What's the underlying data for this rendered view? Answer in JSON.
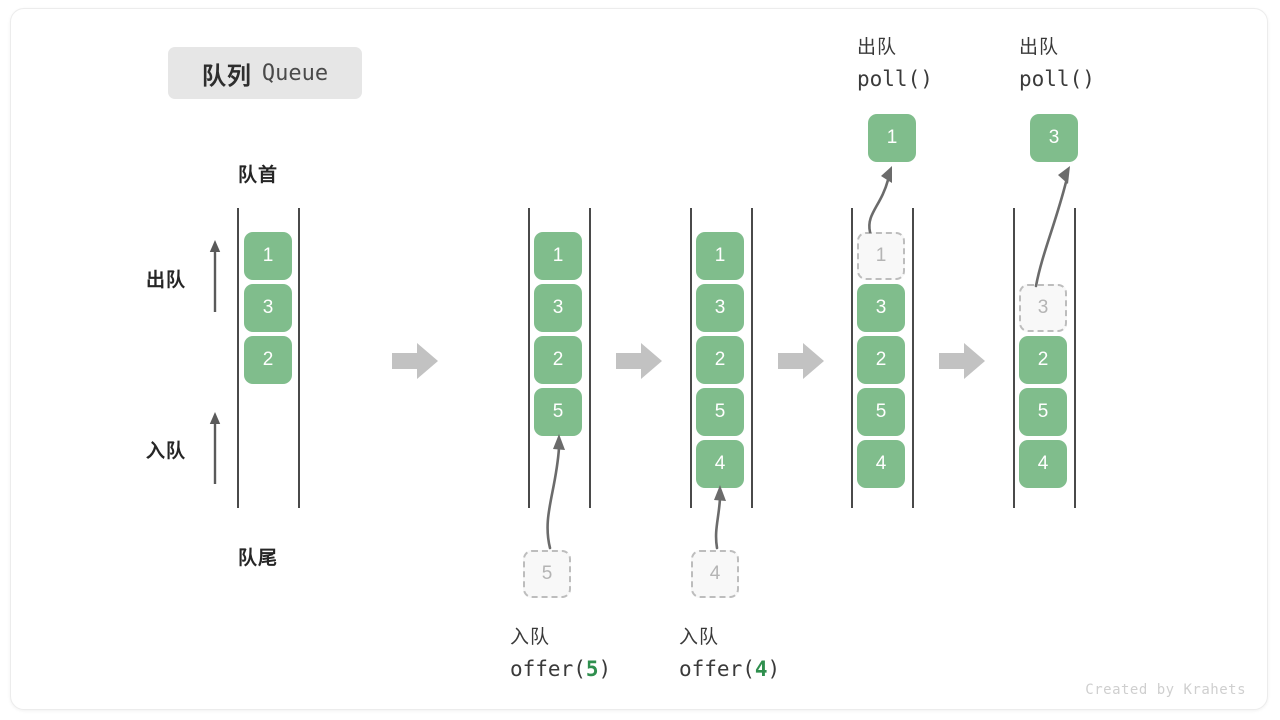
{
  "title": {
    "cn": "队列",
    "en": "Queue"
  },
  "labels": {
    "head": "队首",
    "tail": "队尾",
    "dequeue_side": "出队",
    "enqueue_side": "入队"
  },
  "watermark": "Created by Krahets",
  "colors": {
    "element_fill": "#80bd8c",
    "element_text": "#ffffff",
    "ghost_fill": "#f8f8f8",
    "ghost_border": "#bdbdbd",
    "ghost_text": "#b4b4b4",
    "rail": "#4a4a4a",
    "flow_arrow": "#c2c2c2",
    "curve_arrow": "#6b6b6b",
    "title_chip_bg": "#e6e6e6",
    "code_arg": "#2f8f4e"
  },
  "stages": [
    {
      "id": "initial",
      "cells": [
        {
          "value": "1",
          "state": "filled"
        },
        {
          "value": "3",
          "state": "filled"
        },
        {
          "value": "2",
          "state": "filled"
        }
      ]
    },
    {
      "id": "after-offer-5",
      "caption_cn": "入队",
      "caption_code_prefix": "offer(",
      "caption_code_arg": "5",
      "caption_code_suffix": ")",
      "incoming_value": "5",
      "cells": [
        {
          "value": "1",
          "state": "filled"
        },
        {
          "value": "3",
          "state": "filled"
        },
        {
          "value": "2",
          "state": "filled"
        },
        {
          "value": "5",
          "state": "filled"
        }
      ]
    },
    {
      "id": "after-offer-4",
      "caption_cn": "入队",
      "caption_code_prefix": "offer(",
      "caption_code_arg": "4",
      "caption_code_suffix": ")",
      "incoming_value": "4",
      "cells": [
        {
          "value": "1",
          "state": "filled"
        },
        {
          "value": "3",
          "state": "filled"
        },
        {
          "value": "2",
          "state": "filled"
        },
        {
          "value": "5",
          "state": "filled"
        },
        {
          "value": "4",
          "state": "filled"
        }
      ]
    },
    {
      "id": "after-poll-1",
      "caption_cn": "出队",
      "caption_code": "poll()",
      "popped_value": "1",
      "cells": [
        {
          "value": "1",
          "state": "ghost"
        },
        {
          "value": "3",
          "state": "filled"
        },
        {
          "value": "2",
          "state": "filled"
        },
        {
          "value": "5",
          "state": "filled"
        },
        {
          "value": "4",
          "state": "filled"
        }
      ]
    },
    {
      "id": "after-poll-3",
      "caption_cn": "出队",
      "caption_code": "poll()",
      "popped_value": "3",
      "cells": [
        {
          "value": "3",
          "state": "ghost"
        },
        {
          "value": "2",
          "state": "filled"
        },
        {
          "value": "5",
          "state": "filled"
        },
        {
          "value": "4",
          "state": "filled"
        }
      ]
    }
  ]
}
